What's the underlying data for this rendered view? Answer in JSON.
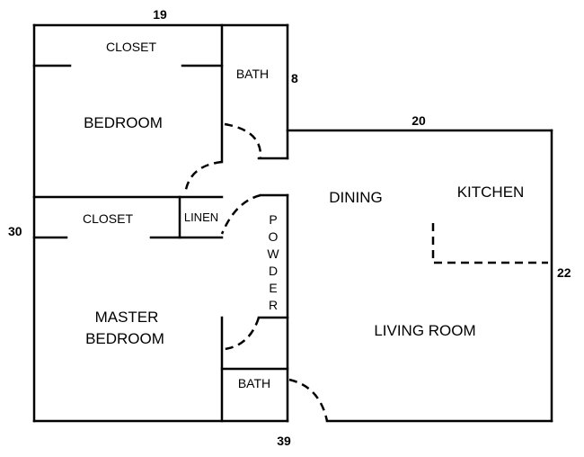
{
  "dimensions": {
    "top": "19",
    "bath_side": "8",
    "dining_top": "20",
    "left": "30",
    "right": "22",
    "bottom": "39"
  },
  "rooms": {
    "closet_top": "CLOSET",
    "bath_top": "BATH",
    "bedroom": "BEDROOM",
    "closet_mid": "CLOSET",
    "linen": "LINEN",
    "powder": [
      "P",
      "O",
      "W",
      "D",
      "E",
      "R"
    ],
    "master_line1": "MASTER",
    "master_line2": "BEDROOM",
    "bath_bottom": "BATH",
    "dining": "DINING",
    "kitchen": "KITCHEN",
    "living_room": "LIVING ROOM"
  }
}
